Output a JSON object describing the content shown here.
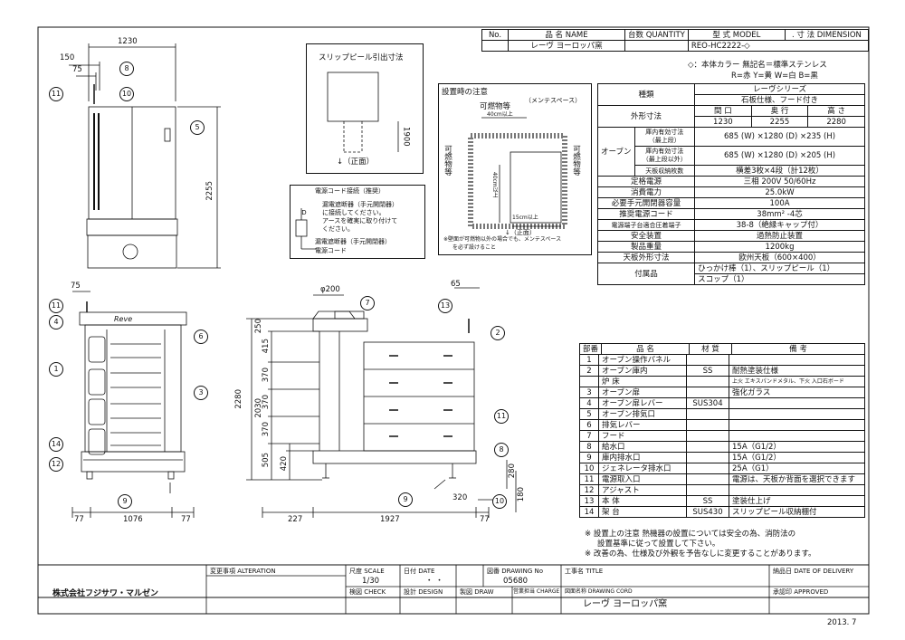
{
  "header": {
    "no_label": "No.",
    "name_label": "品 名 NAME",
    "qty_label": "台数 QUANTITY",
    "model_label": "型 式 MODEL",
    "dim_label": ". 寸 法 DIMENSION",
    "product_name": "レーヴ ヨーロッパ窯",
    "model_code": "REO-HC2222-◇"
  },
  "color_note": {
    "line1": "◇：本体カラー 無記名＝標準ステンレス",
    "line2": "R=赤 Y=黄 W=白 B=黒"
  },
  "spec": {
    "type_label": "種類",
    "type_value1": "レーヴシリーズ",
    "type_value2": "石板仕様、フード付き",
    "dim_label": "外形寸法",
    "dim_headers": [
      "間 口",
      "奥 行",
      "高 さ"
    ],
    "dim_values": [
      "1230",
      "2255",
      "2280"
    ],
    "oven_label": "オーブン",
    "eff_top_label": "庫内有効寸法\n（最上段）",
    "eff_top_value": "685 (W) ×1280 (D) ×235 (H)",
    "eff_other_label": "庫内有効寸法\n（最上段以外）",
    "eff_other_value": "685 (W) ×1280 (D) ×205 (H)",
    "plate_count_label": "天板収納枚数",
    "plate_count_value": "横差3枚×4段（計12枚）",
    "rows": [
      {
        "label": "定格電源",
        "value": "三相 200V 50/60Hz"
      },
      {
        "label": "消費電力",
        "value": "25.0kW"
      },
      {
        "label": "必要手元開閉器容量",
        "value": "100A"
      },
      {
        "label": "推奨電源コード",
        "value": "38mm² -4芯"
      },
      {
        "label": "電源端子台適合圧着端子",
        "value": "38-8（絶縁キャップ付）"
      },
      {
        "label": "安全装置",
        "value": "過熱防止装置"
      },
      {
        "label": "製品重量",
        "value": "1200kg"
      },
      {
        "label": "天板外形寸法",
        "value": "欧州天板（600×400）"
      }
    ],
    "accessory_label": "付属品",
    "accessory_value1": "ひっかけ棒（1）、スリップピール（1）",
    "accessory_value2": "スコップ（1）"
  },
  "parts": {
    "headers": [
      "部番",
      "品 名",
      "材 質",
      "備 考"
    ],
    "rows": [
      {
        "no": "1",
        "name": "オーブン操作パネル",
        "mat": "",
        "note": ""
      },
      {
        "no": "2",
        "name": "オーブン庫内",
        "mat": "SS",
        "note": "耐熱塗装仕様"
      },
      {
        "no": "",
        "name": "炉 床",
        "mat": "",
        "note": "上火 エキスパンドメタル、下火 入口石ボード"
      },
      {
        "no": "3",
        "name": "オーブン扉",
        "mat": "",
        "note": "強化ガラス"
      },
      {
        "no": "4",
        "name": "オーブン扉レバー",
        "mat": "SUS304",
        "note": ""
      },
      {
        "no": "5",
        "name": "オーブン排気口",
        "mat": "",
        "note": ""
      },
      {
        "no": "6",
        "name": "排気レバー",
        "mat": "",
        "note": ""
      },
      {
        "no": "7",
        "name": "フード",
        "mat": "",
        "note": ""
      },
      {
        "no": "8",
        "name": "給水口",
        "mat": "",
        "note": "15A（G1/2）"
      },
      {
        "no": "9",
        "name": "庫内排水口",
        "mat": "",
        "note": "15A（G1/2）"
      },
      {
        "no": "10",
        "name": "ジェネレータ排水口",
        "mat": "",
        "note": "25A（G1）"
      },
      {
        "no": "11",
        "name": "電源取入口",
        "mat": "",
        "note": "電源は、天板か背面を選択できます"
      },
      {
        "no": "12",
        "name": "アジャスト",
        "mat": "",
        "note": ""
      },
      {
        "no": "13",
        "name": "本 体",
        "mat": "SS",
        "note": "塗装仕上げ"
      },
      {
        "no": "14",
        "name": "架 台",
        "mat": "SUS430",
        "note": "スリップピール収納棚付"
      }
    ]
  },
  "notes": [
    "※ 設置上の注意 熱機器の設置については安全の為、消防法の",
    "設置基準に従って設置して下さい。",
    "※ 改善の為、仕様及び外観を予告なしに変更することがあります。"
  ],
  "slip_peel": {
    "title": "スリップピール引出寸法",
    "dim": "1900",
    "front": "↓（正面）"
  },
  "cord": {
    "title": "電源コード接続（推奨）",
    "text1": "漏電遮断器（手元開閉器）",
    "text2": "に接続してください。",
    "text3": "アースを確実に取り付けて",
    "text4": "ください。",
    "label1": "漏電遮断器（手元開閉器）",
    "label2": "電源コード",
    "symbol": "D"
  },
  "install": {
    "title": "設置時の注意",
    "maint": "（メンテスペース）",
    "combust_top": "可燃物等",
    "combust_side": "可燃物等",
    "d40a": "40cm以上",
    "d40b": "40cm以上",
    "d15": "15cm以上",
    "front": "↓（正面）",
    "note1": "※壁面が可燃物以外の場合でも、メンテスペース",
    "note2": "を必ず設けること"
  },
  "dims": {
    "w1230": "1230",
    "d150": "150",
    "d75a": "75",
    "h2255": "2255",
    "d75b": "75",
    "w1076": "1076",
    "d77a": "77",
    "d77b": "77",
    "phi200": "φ200",
    "d65": "65",
    "d227": "227",
    "w1927": "1927",
    "d77c": "77",
    "h2280": "2280",
    "h2030": "2030",
    "h250": "250",
    "h415": "415",
    "h370a": "370",
    "h370b": "370",
    "h370c": "370",
    "h505": "505",
    "h420": "420",
    "h280": "280",
    "h180": "180",
    "d320": "320"
  },
  "callouts": [
    "1",
    "2",
    "3",
    "4",
    "5",
    "6",
    "7",
    "8",
    "9",
    "10",
    "11",
    "12",
    "13",
    "14"
  ],
  "brand_label": "Reve",
  "title_block": {
    "company": "株式会社フジサワ・マルゼン",
    "change_label": "変更事項 ALTERATION",
    "scale_label": "尺度 SCALE",
    "scale": "1/30",
    "date_label": "日付 DATE",
    "date_value": "・ ・",
    "drawing_no_label": "図番 DRAWING No",
    "drawing_no": "05680",
    "title_label": "工事名 TITLE",
    "delivery_label": "納品日 DATE OF DELIVERY",
    "check_label": "検図 CHECK",
    "design_label": "設計 DESIGN",
    "draw_label": "製図 DRAW",
    "charge_label": "営業担当 CHARGE",
    "cord_label": "図面名称 DRAWING CORD",
    "drawing_name": "レーヴ ヨーロッパ窯",
    "approved_label": "承認印 APPROVED",
    "year": "2013. 7"
  }
}
